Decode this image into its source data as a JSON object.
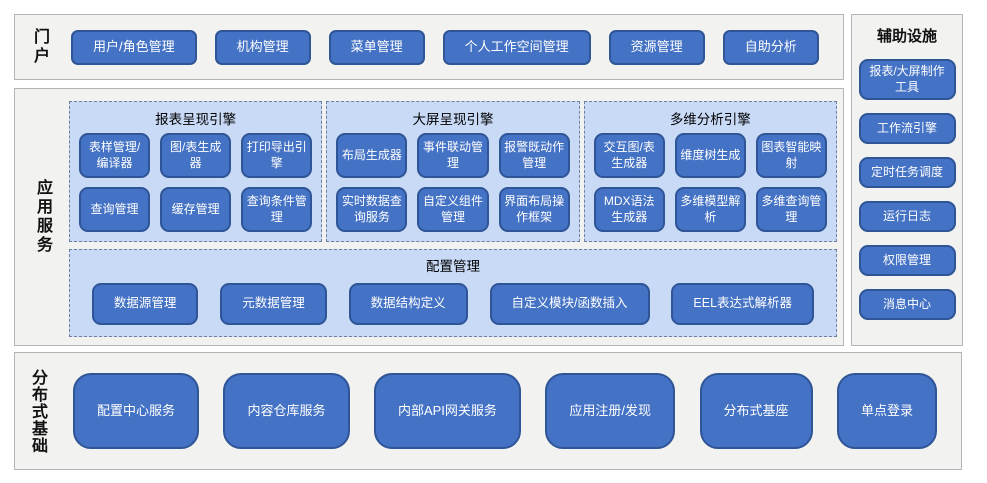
{
  "sections": {
    "portal": {
      "label": "门户",
      "items": [
        "用户/角色管理",
        "机构管理",
        "菜单管理",
        "个人工作空间管理",
        "资源管理",
        "自助分析"
      ]
    },
    "app_services": {
      "label": "应用服务",
      "engines": [
        {
          "title": "报表呈现引擎",
          "items": [
            "表样管理/编译器",
            "图/表生成器",
            "打印导出引擎",
            "查询管理",
            "缓存管理",
            "查询条件管理"
          ]
        },
        {
          "title": "大屏呈现引擎",
          "items": [
            "布局生成器",
            "事件联动管理",
            "报警既动作管理",
            "实时数据查询服务",
            "自定义组件管理",
            "界面布局操作框架"
          ]
        },
        {
          "title": "多维分析引擎",
          "items": [
            "交互图/表生成器",
            "维度树生成",
            "图表智能映射",
            "MDX语法生成器",
            "多维模型解析",
            "多维查询管理"
          ]
        }
      ],
      "config": {
        "title": "配置管理",
        "items": [
          "数据源管理",
          "元数据管理",
          "数据结构定义",
          "自定义模块/函数插入",
          "EEL表达式解析器"
        ]
      }
    },
    "auxiliary": {
      "label": "辅助设施",
      "items": [
        "报表/大屏制作工具",
        "工作流引擎",
        "定时任务调度",
        "运行日志",
        "权限管理",
        "消息中心"
      ]
    },
    "distributed": {
      "label": "分布式基础",
      "items": [
        "配置中心服务",
        "内容仓库服务",
        "内部API网关服务",
        "应用注册/发现",
        "分布式基座",
        "单点登录"
      ]
    }
  },
  "colors": {
    "button_fill": "#4472C4",
    "button_border": "#2F5597",
    "panel_fill": "#C9DAF7",
    "panel_border": "#6F7F9F",
    "section_fill": "#F2F2F0",
    "section_border": "#B5B5B5",
    "text_on_button": "#FFFFFF"
  }
}
